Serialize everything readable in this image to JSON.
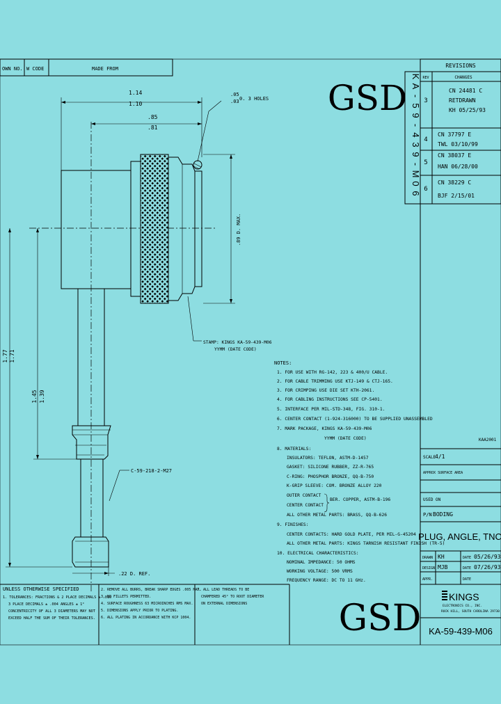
{
  "header": {
    "col1": "OWN NO.",
    "col2": "W CODE",
    "col3": "MADE FROM"
  },
  "revisions": {
    "title": "REVISIONS",
    "col_rev": "REV",
    "col_changes": "CHANGES",
    "rows": [
      {
        "rev": "3",
        "lines": [
          "CN 24481 C",
          "RETDRAWN",
          "KH 05/25/93"
        ]
      },
      {
        "rev": "4",
        "lines": [
          "CN 37797 E",
          "TWL 03/10/99"
        ]
      },
      {
        "rev": "5",
        "lines": [
          "CN 38037 E",
          "HAN 06/28/00"
        ]
      },
      {
        "rev": "6",
        "lines": [
          "CN 38229 C",
          "BJF 2/15/01"
        ]
      }
    ],
    "note": "KAA2001"
  },
  "part_vertical": {
    "chars": [
      "K",
      "A",
      "-",
      "5",
      "9",
      "-",
      "4",
      "3",
      "9",
      "-",
      "M",
      "0",
      "6"
    ]
  },
  "watermark_top": "GSD",
  "watermark_bottom": "GSD",
  "dimensions": {
    "d114": "1.14",
    "d110": "1.10",
    "d85": ".85",
    "d81": ".81",
    "holes_a": ".05",
    "holes_b": ".03",
    "holes_label": "0. 3 HOLES",
    "max_dia": ".89 D. MAX.",
    "d177": "1.77",
    "d171": "1.71",
    "d145": "1.45",
    "d139": "1.39",
    "ref": ".22 D. REF.",
    "stamp_line1": "STAMP: KINGS KA-59-439-M06",
    "stamp_line2": "YYMM (DATE CODE)",
    "crimp_part": "C-59-218-2-M27"
  },
  "notes": {
    "title": "NOTES:",
    "items": [
      "1. FOR USE WITH RG-142, 223 & 400/U CABLE.",
      "2. FOR CABLE TRIMMING USE KTJ-149 & CTJ-165.",
      "3. FOR CRIMPING USE DIE SET KTH-2061.",
      "4. FOR CABLING INSTRUCTIONS SEE CP-5401.",
      "5. INTERFACE PER MIL-STD-348, FIG. 310-1.",
      "6. CENTER CONTACT (1-924-316000) TO BE SUPPLIED UNASSEMBLED",
      "7. MARK PACKAGE, KINGS KA-59-439-M06",
      "YYMM (DATE CODE)",
      "8. MATERIALS:",
      "INSULATORS: TEFLON, ASTM-D-1457",
      "GASKET: SILICONE RUBBER, ZZ-R-765",
      "C-RING: PHOSPHOR BRONZE, QQ-B-750",
      "K-GRIP SLEEVE: COM. BRONZE ALLOY 220",
      "OUTER CONTACT",
      "CENTER CONTACT",
      "BER. COPPER, ASTM-B-196",
      "ALL OTHER METAL PARTS: BRASS, QQ-B-626",
      "9. FINISHES:",
      "CENTER CONTACTS: HARD GOLD PLATE, PER MIL-G-45204",
      "ALL OTHER METAL PARTS: KINGS TARNISH RESISTANT FINISH (TR-5)",
      "10. ELECTRICAL CHARACTERISTICS:",
      "NOMINAL IMPEDANCE: 50 OHMS",
      "WORKING VOLTAGE: 500 VRMS",
      "FREQUENCY RANGE: DC TO 11 GHz."
    ]
  },
  "titleblock": {
    "scale_label": "SCALE",
    "scale_value": "4/1",
    "approx_surface": "APPROX SURFACE AREA",
    "used_on": "USED ON",
    "pn_label": "P/N",
    "pn_value": "BODING",
    "title": "PLUG, ANGLE, TNC",
    "rows": [
      {
        "label": "DRAWN",
        "who": "KH",
        "dlabel": "DATE",
        "date": "05/26/93"
      },
      {
        "label": "DESIGN",
        "who": "MJB",
        "dlabel": "DATE",
        "date": "07/26/93"
      },
      {
        "label": "APPR.",
        "who": "",
        "dlabel": "DATE",
        "date": ""
      }
    ],
    "company": "KINGS",
    "company_line1": "ELECTRONICS CO., INC.",
    "company_line2": "ROCK HILL, SOUTH CAROLINA 29730",
    "drawing_number": "KA-59-439-M06"
  },
  "tolerances": {
    "col1": [
      "UNLESS OTHERWISE SPECIFIED",
      "1. TOLERANCES: FRACTIONS & 2 PLACE DECIMALS ± .010",
      "3 PLACE DECIMALS ± .004   ANGLES ± 1°",
      "CONCENTRICITY OF ALL 3 DIAMETERS MAY NOT",
      "EXCEED HALF THE SUM OF THEIR TOLERANCES."
    ],
    "col2": [
      "2. REMOVE ALL BURRS, BREAK SHARP EDGES .005 MAX.",
      "3. NO FILLETS PERMITTED.",
      "4. SURFACE ROUGHNESS 63 MICROINCHES RMS MAX.",
      "5. DIMENSIONS APPLY PRIOR TO PLATING.",
      "6. ALL PLATING IN ACCORDANCE WITH KCP 1004."
    ],
    "col3": [
      "7. ALL LEAD THREADS TO BE",
      "CHAMFERED 45° TO ROOT DIAMETER",
      "ON EXTERNAL DIMENSIONS"
    ]
  }
}
